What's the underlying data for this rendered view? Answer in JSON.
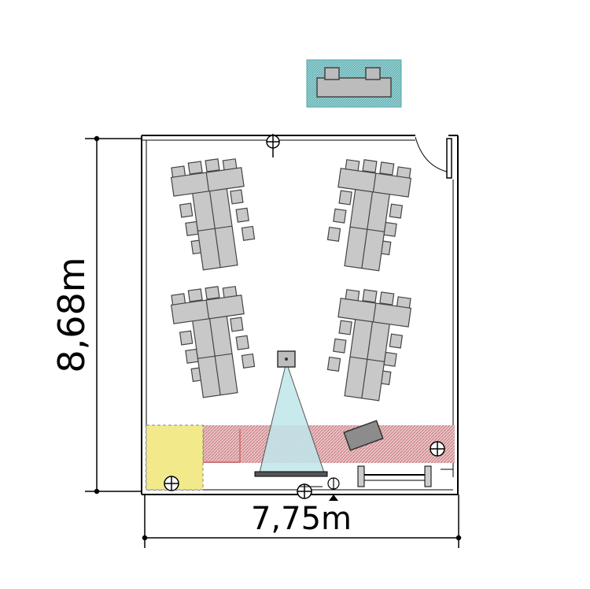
{
  "floorplan": {
    "dimensions": {
      "height_label": "8,68m",
      "width_label": "7,75m"
    },
    "table_groups": [
      {
        "name": "table-group-top-left"
      },
      {
        "name": "table-group-top-right"
      },
      {
        "name": "table-group-bottom-left"
      },
      {
        "name": "table-group-bottom-right"
      }
    ],
    "colors": {
      "wall": "#000000",
      "table_fill": "#c8c8c8",
      "table_stroke": "#555555",
      "stage_hatch": "#d9a0a4",
      "corner_zone": "#f2ea8a",
      "projection_beam": "#bfe6ea",
      "legend_hatch": "#7cc6c8"
    },
    "icons": [
      "ceiling-light-icon",
      "projector-icon",
      "projection-beam",
      "screen",
      "desk-icon",
      "socket-icon",
      "door-swing-icon",
      "speaker-icon"
    ]
  }
}
